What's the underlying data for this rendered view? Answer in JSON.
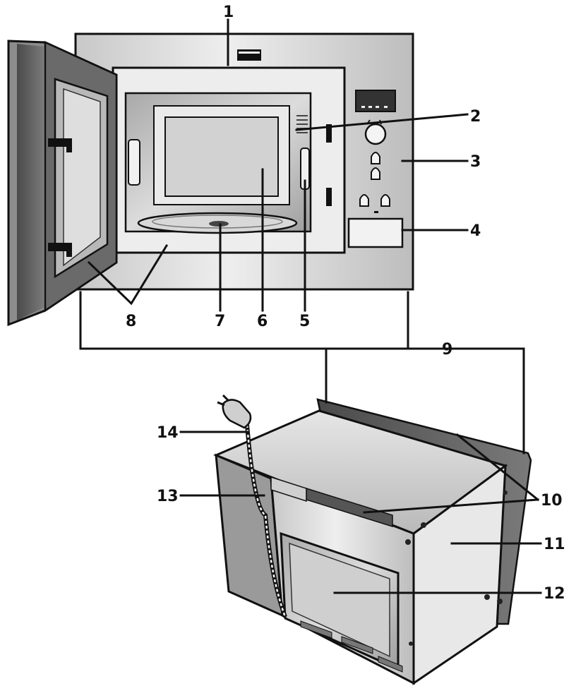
{
  "callouts": {
    "c1": "1",
    "c2": "2",
    "c3": "3",
    "c4": "4",
    "c5": "5",
    "c6": "6",
    "c7": "7",
    "c8": "8",
    "c9": "9",
    "c10": "10",
    "c11": "11",
    "c12": "12",
    "c13": "13",
    "c14": "14"
  },
  "colors": {
    "line": "#111111",
    "steel_light": "#d9d9d9",
    "steel_mid": "#a8a8a8",
    "steel_dark": "#5a5a5a",
    "glass": "#c9c9c9"
  },
  "icons": {
    "display": "digital-display-icon",
    "dial": "rotary-dial-icon",
    "buttons": "function-button-icons",
    "plug": "power-plug-icon"
  }
}
